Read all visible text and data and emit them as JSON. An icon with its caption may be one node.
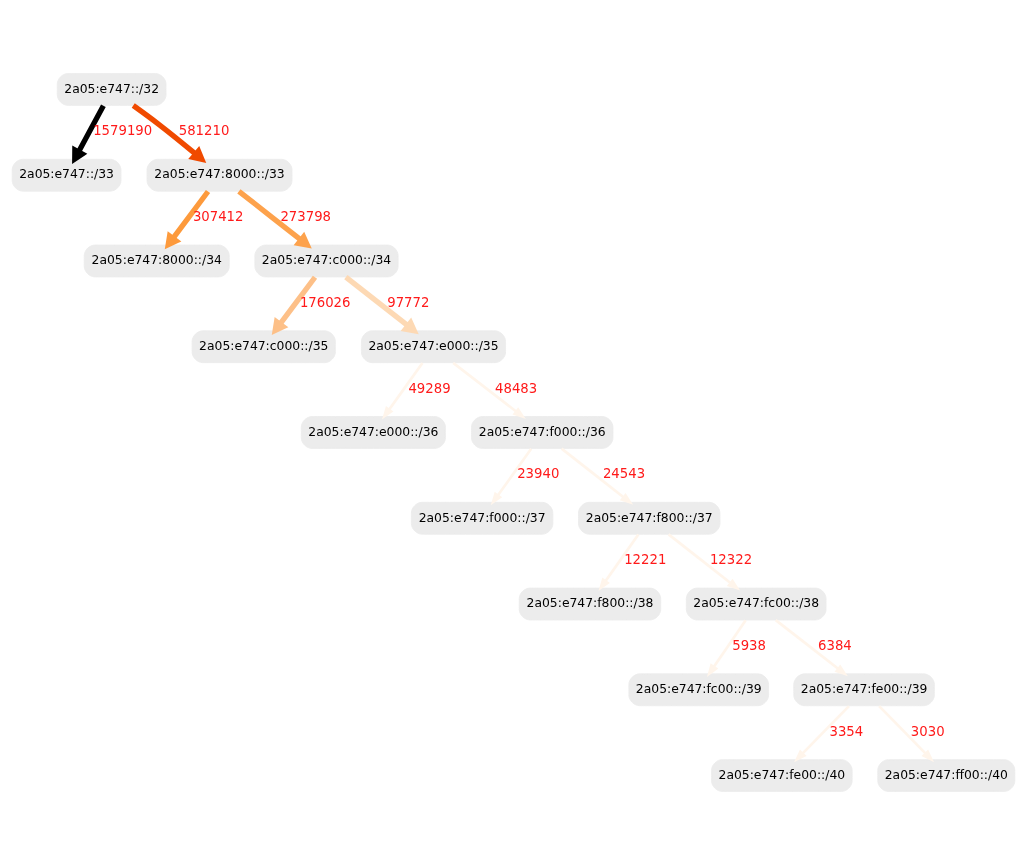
{
  "diagram": {
    "nodes": [
      {
        "text": [
          "2a05:e747::/32"
        ]
      },
      {
        "text": [
          "2a05:e747::/33"
        ]
      },
      {
        "text": [
          "2a05:e747:8000::/33"
        ]
      },
      {
        "text": [
          "2a05:e747:8000::/34"
        ]
      },
      {
        "text": [
          "2a05:e747:c000::/34"
        ]
      },
      {
        "text": [
          "2a05:e747:c000::/35"
        ]
      },
      {
        "text": [
          "2a05:e747:e000::/35"
        ]
      },
      {
        "text": [
          "2a05:e747:e000::/36"
        ]
      },
      {
        "text": [
          "2a05:e747:f000::/36"
        ]
      },
      {
        "text": [
          "2a05:e747:f000::/37"
        ]
      },
      {
        "text": [
          "2a05:e747:f800::/37"
        ]
      },
      {
        "text": [
          "2a05:e747:f800::/38"
        ]
      },
      {
        "text": [
          "2a05:e747:fc00::/38"
        ]
      },
      {
        "text": [
          "2a05:e747:fc00::/39"
        ]
      },
      {
        "text": [
          "2a05:e747:fe00::/39"
        ]
      },
      {
        "text": [
          "2a05:e747:fe00::/40"
        ]
      },
      {
        "text": [
          "2a05:e747:ff00::/40"
        ]
      }
    ],
    "edges": [
      {
        "from": 0,
        "to": 1,
        "arrow": "to",
        "label": "1579190",
        "style": "thick",
        "color": "#000000"
      },
      {
        "from": 0,
        "to": 2,
        "arrow": "to",
        "label": "581210",
        "style": "thick",
        "color": "#f04a00"
      },
      {
        "from": 2,
        "to": 3,
        "arrow": "to",
        "label": "307412",
        "style": "thick",
        "color": "#fd9a3c"
      },
      {
        "from": 2,
        "to": 4,
        "arrow": "to",
        "label": "273798",
        "style": "thick",
        "color": "#fda24c"
      },
      {
        "from": 4,
        "to": 5,
        "arrow": "to",
        "label": "176026",
        "style": "thick",
        "color": "#fdc088"
      },
      {
        "from": 4,
        "to": 6,
        "arrow": "to",
        "label": "97772",
        "style": "thick",
        "color": "#fdd9b4"
      },
      {
        "from": 6,
        "to": 7,
        "arrow": "to",
        "label": "49289",
        "color": "#fff5eb"
      },
      {
        "from": 6,
        "to": 8,
        "arrow": "to",
        "label": "48483",
        "color": "#fff5eb"
      },
      {
        "from": 8,
        "to": 9,
        "arrow": "to",
        "label": "23940",
        "color": "#fff5eb"
      },
      {
        "from": 8,
        "to": 10,
        "arrow": "to",
        "label": "24543",
        "color": "#fff5eb"
      },
      {
        "from": 10,
        "to": 11,
        "arrow": "to",
        "label": "12221",
        "color": "#fff5eb"
      },
      {
        "from": 10,
        "to": 12,
        "arrow": "to",
        "label": "12322",
        "color": "#fff5eb"
      },
      {
        "from": 12,
        "to": 13,
        "arrow": "to",
        "label": "5938",
        "color": "#fff5eb"
      },
      {
        "from": 12,
        "to": 14,
        "arrow": "to",
        "label": "6384",
        "color": "#fff5eb"
      },
      {
        "from": 14,
        "to": 15,
        "arrow": "to",
        "label": "3354",
        "color": "#fff5eb"
      },
      {
        "from": 14,
        "to": 16,
        "arrow": "to",
        "label": "3030",
        "color": "#fff5eb"
      }
    ]
  }
}
